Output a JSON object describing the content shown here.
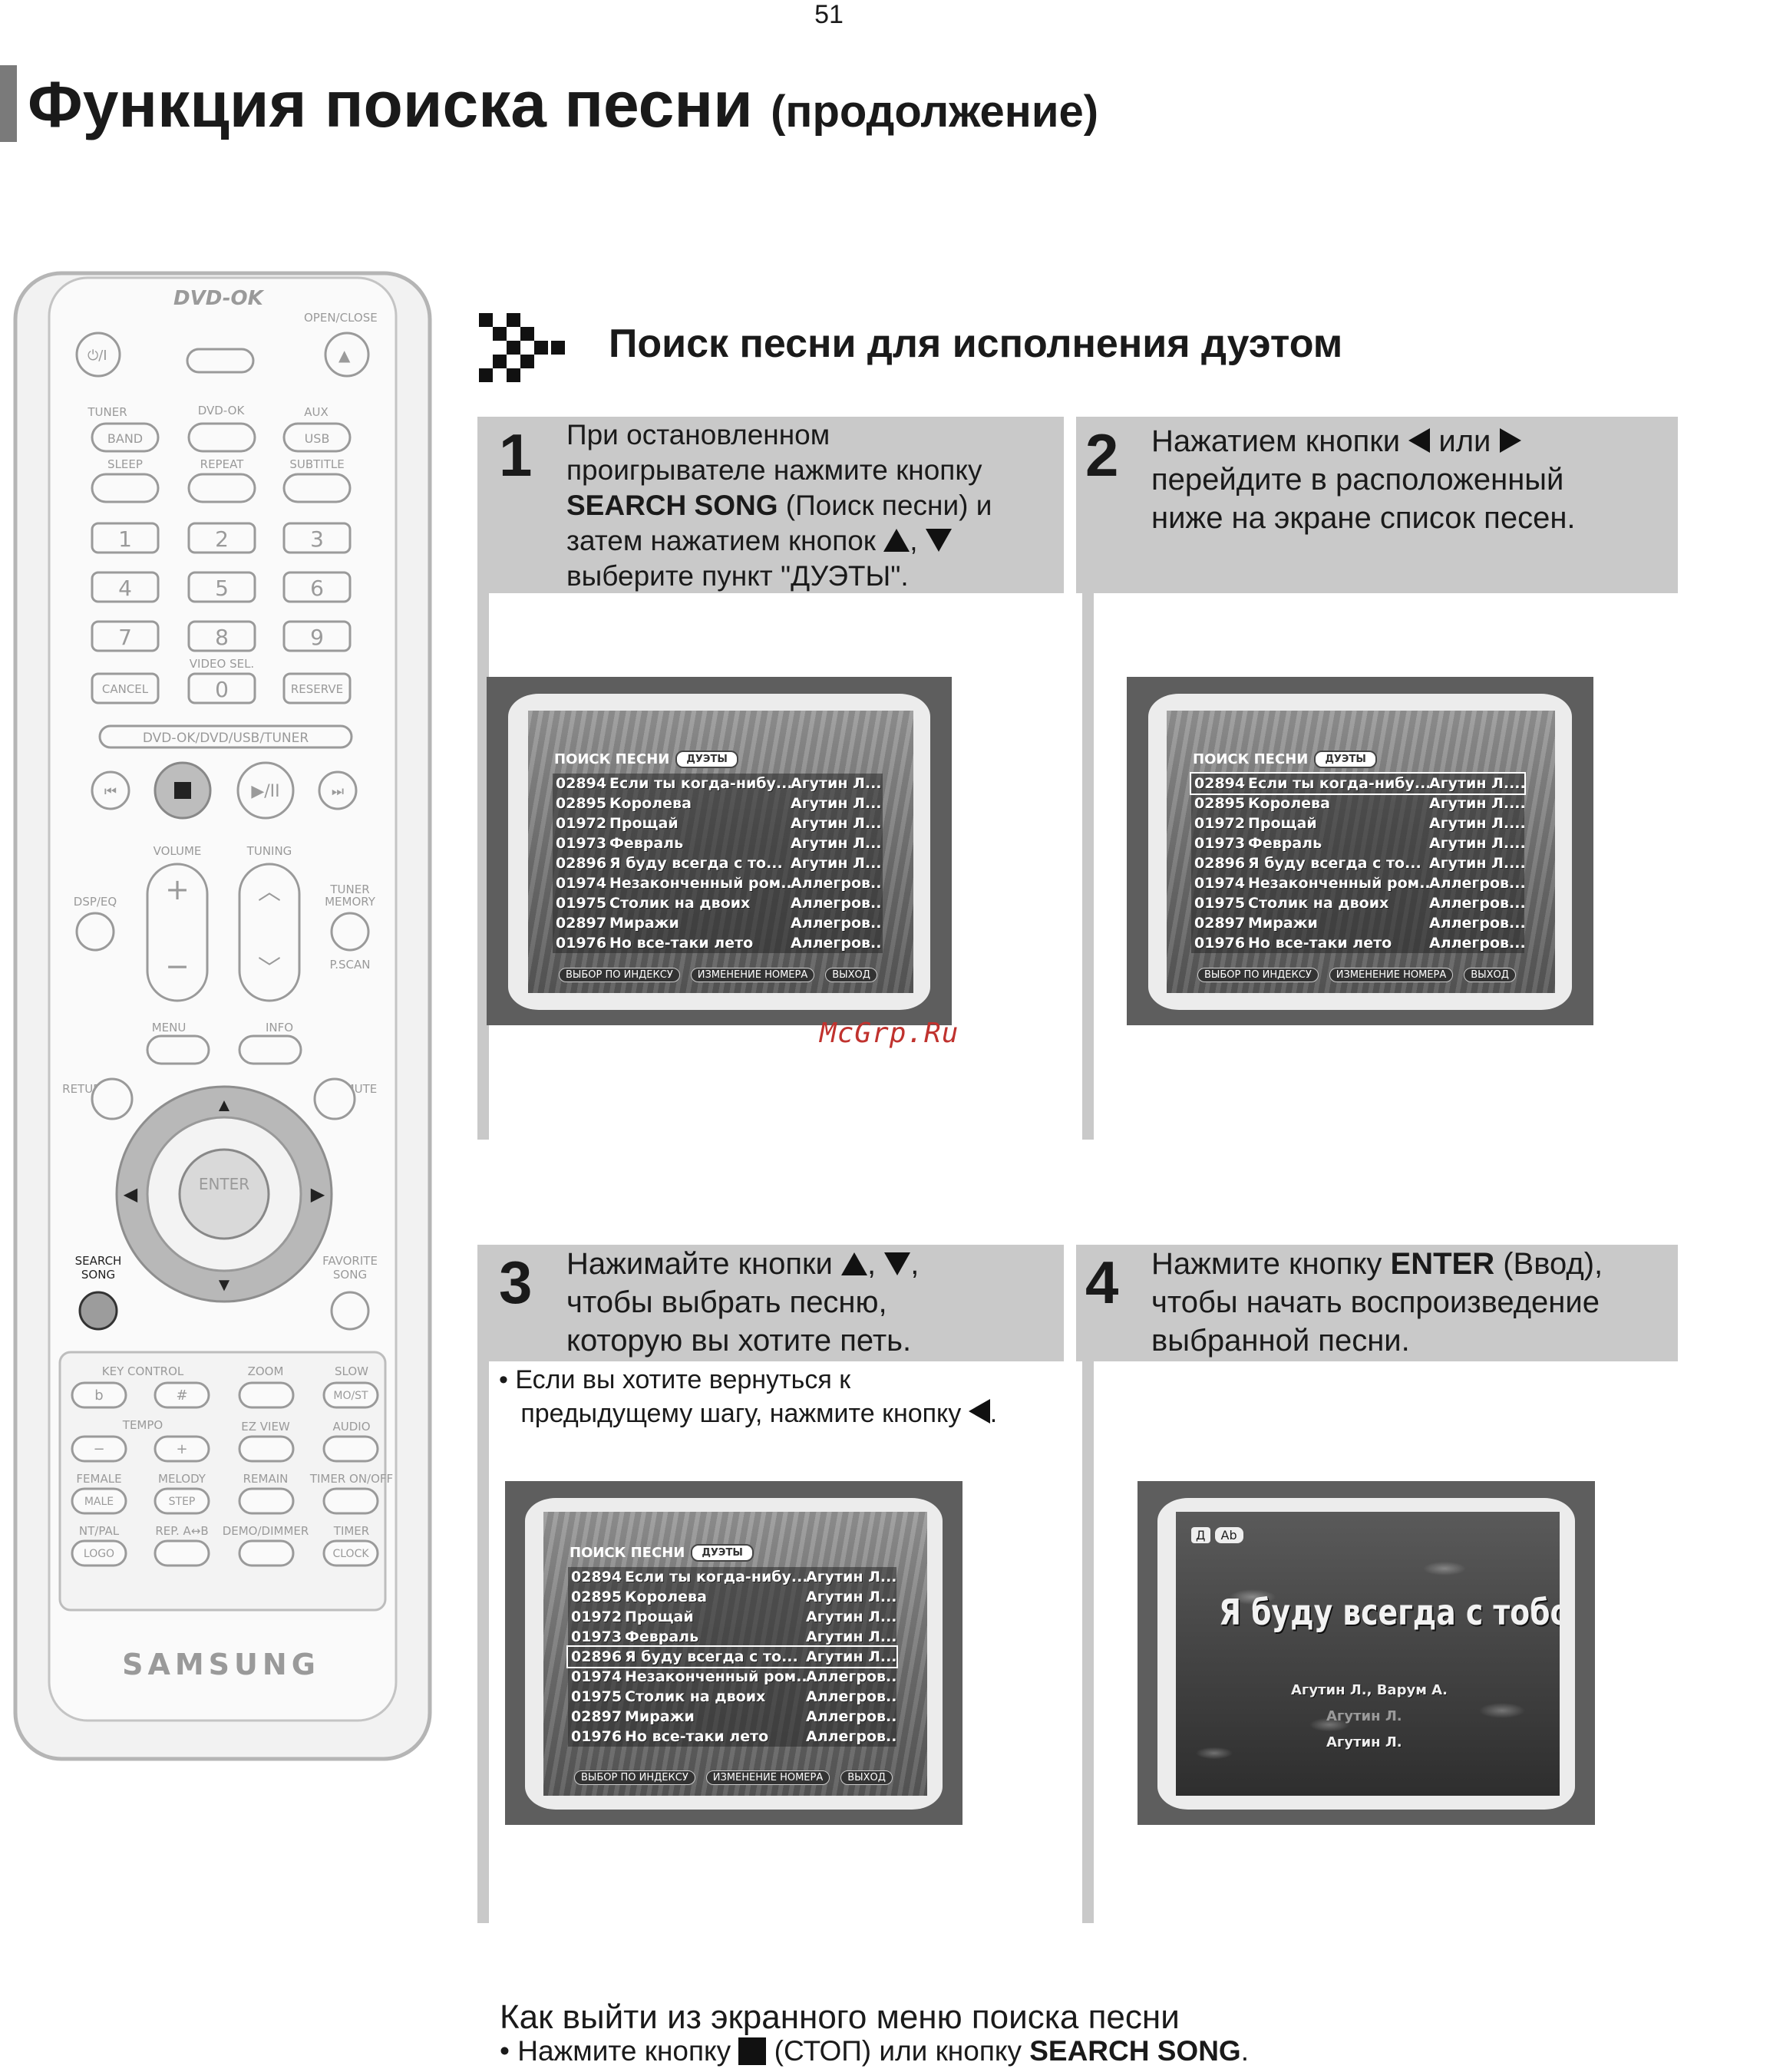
{
  "page_number": "51",
  "title": {
    "main": "Функция поиска песни",
    "sub": "(продолжение)"
  },
  "section_title": "Поиск песни для исполнения дуэтом",
  "remote": {
    "brand_logo": "DVD-OK",
    "maker": "SAMSUNG",
    "labels": {
      "open_close": "OPEN/CLOSE",
      "tuner": "TUNER",
      "dvd_ok": "DVD-OK",
      "aux": "AUX",
      "band": "BAND",
      "usb": "USB",
      "sleep": "SLEEP",
      "repeat": "REPEAT",
      "subtitle": "SUBTITLE",
      "video_sel": "VIDEO SEL.",
      "cancel": "CANCEL",
      "reserve": "RESERVE",
      "source_bar": "DVD-OK/DVD/USB/TUNER",
      "volume": "VOLUME",
      "tuning": "TUNING",
      "dsp_eq": "DSP/EQ",
      "tuner_memory_1": "TUNER",
      "tuner_memory_2": "MEMORY",
      "pscan": "P.SCAN",
      "menu": "MENU",
      "info": "INFO",
      "return": "RETURN",
      "mute": "MUTE",
      "enter": "ENTER",
      "search_song_1": "SEARCH",
      "search_song_2": "SONG",
      "favorite_song_1": "FAVORITE",
      "favorite_song_2": "SONG",
      "key_control": "KEY CONTROL",
      "zoom": "ZOOM",
      "slow": "SLOW",
      "b": "b",
      "sharp": "#",
      "mo_st": "MO/ST",
      "tempo": "TEMPO",
      "ez_view": "EZ VIEW",
      "audio": "AUDIO",
      "minus": "−",
      "plus": "+",
      "female": "FEMALE",
      "melody": "MELODY",
      "remain": "REMAIN",
      "timer_onoff": "TIMER ON/OFF",
      "male": "MALE",
      "step": "STEP",
      "nt_pal": "NT/PAL",
      "rep_ab": "REP. A↔B",
      "demo_dimmer": "DEMO/DIMMER",
      "timer": "TIMER",
      "logo": "LOGO",
      "clock": "CLOCK"
    },
    "digits": [
      "1",
      "2",
      "3",
      "4",
      "5",
      "6",
      "7",
      "8",
      "9",
      "0"
    ]
  },
  "steps": [
    {
      "num": "1",
      "lines": [
        "При остановленном",
        "проигрывателе нажмите кнопку",
        "SEARCH SONG",
        " (Поиск песни) и",
        "затем нажатием кнопок ",
        ", ",
        "выберите пункт \"ДУЭТЫ\"."
      ]
    },
    {
      "num": "2",
      "lines": [
        "Нажатием кнопки ",
        " или ",
        "перейдите в расположенный",
        "ниже на экране список песен."
      ]
    },
    {
      "num": "3",
      "lines": [
        "Нажимайте кнопки ",
        ", ",
        ",",
        "чтобы выбрать песню,",
        "которую вы хотите петь."
      ]
    },
    {
      "num": "4",
      "lines": [
        "Нажмите кнопку ",
        "ENTER",
        " (Ввод),",
        "чтобы начать воспроизведение",
        "выбранной песни."
      ]
    }
  ],
  "step3_bullet": [
    "Если вы хотите вернуться к",
    "предыдущему шагу, нажмите кнопку ",
    "."
  ],
  "screen_menu": {
    "header": "ПОИСК ПЕСНИ",
    "tab": "ДУЭТЫ",
    "rows": [
      {
        "num": "02894",
        "song": "Если ты когда-нибу...",
        "artist": "Агутин Л...."
      },
      {
        "num": "02895",
        "song": "Королева",
        "artist": "Агутин Л...."
      },
      {
        "num": "01972",
        "song": "Прощай",
        "artist": "Агутин Л...."
      },
      {
        "num": "01973",
        "song": "Февраль",
        "artist": "Агутин Л...."
      },
      {
        "num": "02896",
        "song": "Я буду всегда с то...",
        "artist": "Агутин Л...."
      },
      {
        "num": "01974",
        "song": "Незаконченный ром...",
        "artist": "Аллегров..."
      },
      {
        "num": "01975",
        "song": "Столик на двоих",
        "artist": "Аллегров..."
      },
      {
        "num": "02897",
        "song": "Миражи",
        "artist": "Аллегров..."
      },
      {
        "num": "01976",
        "song": "Но все-таки лето",
        "artist": "Аллегров..."
      }
    ],
    "footer": [
      "ВЫБОР ПО ИНДЕКСУ",
      "ИЗМЕНЕНИЕ НОМЕРА",
      "ВЫХОД"
    ]
  },
  "screen4": {
    "badge_left": "Д",
    "badge_right": "Ab",
    "song_title": "Я буду всегда с тобой",
    "credits": [
      "Агутин Л., Варум А.",
      "Агутин Л.",
      "Агутин Л."
    ]
  },
  "watermark": "McGrp.Ru",
  "exit": {
    "title": "Как выйти из экранного меню поиска песни",
    "bullet_pre": "Нажмите кнопку ",
    "bullet_mid": " (СТОП) или кнопку ",
    "bullet_bold": "SEARCH SONG",
    "bullet_end": "."
  }
}
